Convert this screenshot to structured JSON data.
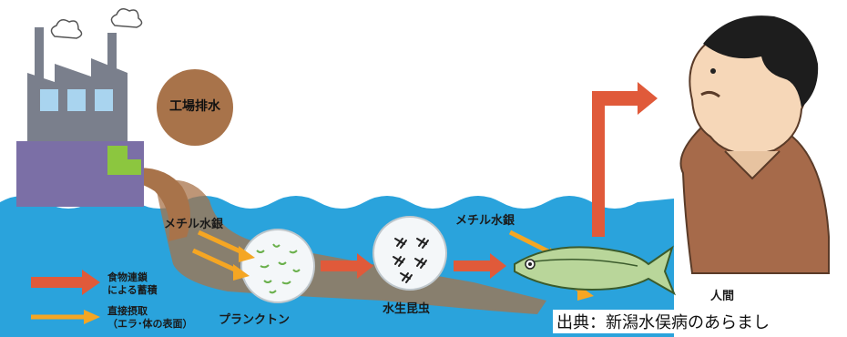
{
  "labels": {
    "wastewater": "工場排水",
    "methylmercury_left": "メチル水銀",
    "methylmercury_right": "メチル水銀",
    "plankton": "プランクトン",
    "aquatic_insects": "水生昆虫",
    "human": "人間"
  },
  "legend": {
    "food_chain_line1": "食物連鎖",
    "food_chain_line2": "による蓄積",
    "direct_line1": "直接摂取",
    "direct_line2": "（エラ･体の表面）"
  },
  "source": "出典：新潟水俣病のあらまし",
  "colors": {
    "water": "#2aa3dc",
    "food_chain_arrow": "#e05a3a",
    "direct_arrow": "#f5a623",
    "wastewater": "#a8734a",
    "factory": "#7a7f8c",
    "factory_base": "#7b6fa6",
    "pipe": "#8cc63f",
    "skin": "#f6d7b8",
    "shirt": "#a66a4a"
  }
}
